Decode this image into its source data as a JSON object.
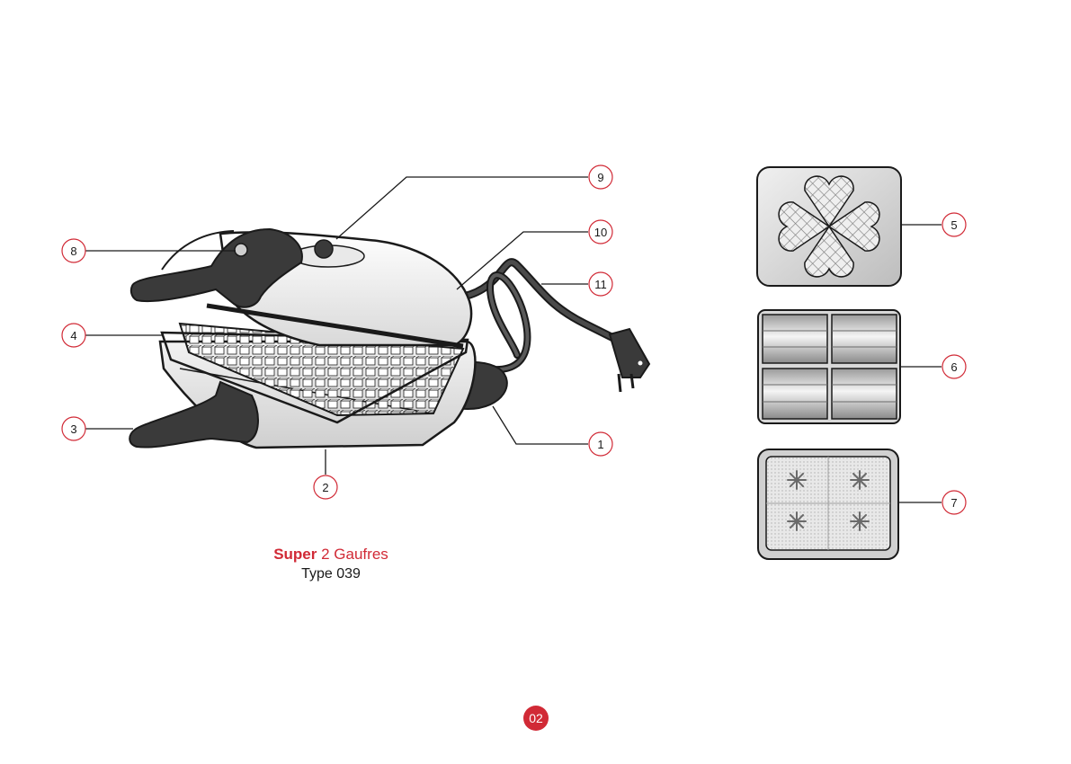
{
  "callouts": {
    "c1": "1",
    "c2": "2",
    "c3": "3",
    "c4": "4",
    "c5": "5",
    "c6": "6",
    "c7": "7",
    "c8": "8",
    "c9": "9",
    "c10": "10",
    "c11": "11"
  },
  "caption": {
    "brand": "Super",
    "model": "2 Gaufres",
    "type": "Type 039"
  },
  "page_number": "02",
  "colors": {
    "accent": "#d12a36",
    "line": "#1a1a1a"
  }
}
